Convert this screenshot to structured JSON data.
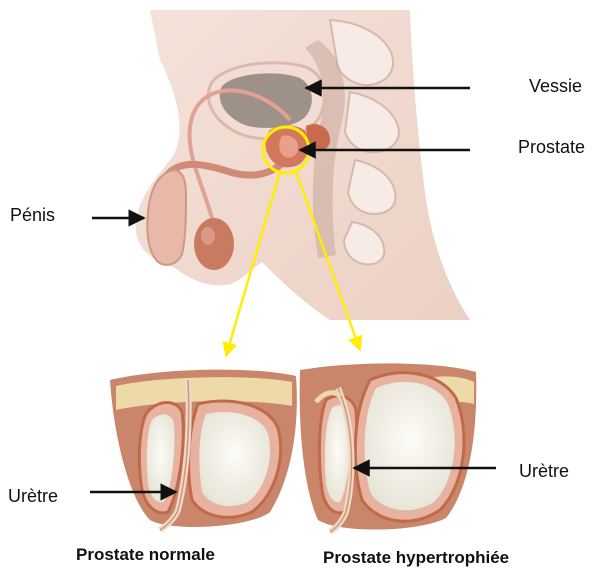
{
  "labels": {
    "vessie": "Vessie",
    "prostate": "Prostate",
    "penis": "Pénis",
    "uretre_left": "Urètre",
    "uretre_right": "Urètre"
  },
  "captions": {
    "normal": "Prostate normale",
    "hypertrophied": "Prostate hypertrophiée"
  },
  "colors": {
    "skin": "#f2dcd4",
    "bladder": "#9e9189",
    "prostate": "#d4785c",
    "highlight": "#ffee00",
    "arrow": "#111111",
    "gland_wall": "#c06a4a",
    "gland_inner": "#f4f2ea"
  }
}
